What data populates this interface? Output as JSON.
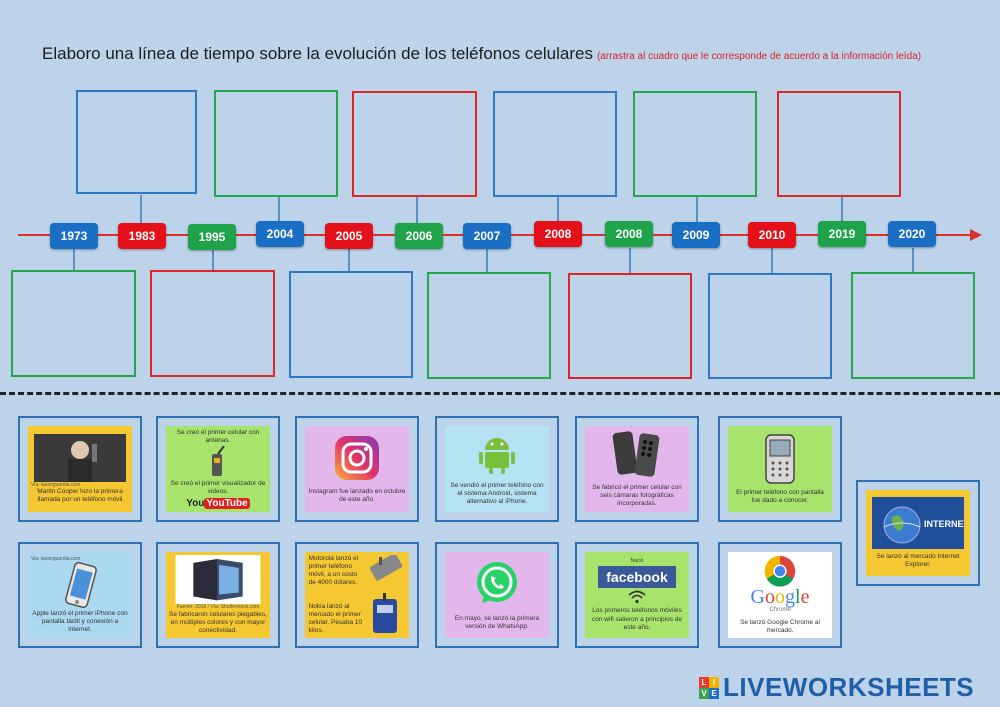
{
  "title": "Elaboro una línea de tiempo sobre la evolución de los teléfonos celulares",
  "instruction": "(arrastra al cuadro que le corresponde de acuerdo a la información leída)",
  "years": [
    {
      "label": "1973",
      "color": "#1a6fc4"
    },
    {
      "label": "1983",
      "color": "#e4111b"
    },
    {
      "label": "1995",
      "color": "#1ea34a"
    },
    {
      "label": "2004",
      "color": "#1a6fc4"
    },
    {
      "label": "2005",
      "color": "#e4111b"
    },
    {
      "label": "2006",
      "color": "#1ea34a"
    },
    {
      "label": "2007",
      "color": "#1a6fc4"
    },
    {
      "label": "2008",
      "color": "#e4111b"
    },
    {
      "label": "2008",
      "color": "#1ea34a"
    },
    {
      "label": "2009",
      "color": "#1a6fc4"
    },
    {
      "label": "2010",
      "color": "#e4111b"
    },
    {
      "label": "2019",
      "color": "#1ea34a"
    },
    {
      "label": "2020",
      "color": "#1a6fc4"
    }
  ],
  "cards": {
    "c1": {
      "credit": "Via: lavanguardia.com",
      "caption": "Martin Cooper hizo la primera llamada por un teléfono móvil"
    },
    "c2": {
      "caption_top": "Se creó el primer celular con antenas.",
      "caption_mid": "Se creó el primer visualizador de videos.",
      "youtube": "YouTube"
    },
    "c3": {
      "caption": "Instagram fue lanzado en octubre de este año."
    },
    "c4": {
      "caption": "Se vendió el primer teléfono con el sistema Android, sistema alternativo al iPhone."
    },
    "c5": {
      "caption": "Se fabricó el primer celular con seis cámaras fotográficas incorporadas."
    },
    "c6": {
      "caption": "El primer teléfono con pantalla fue dado a conocer."
    },
    "c7": {
      "credit": "Via: lavanguardia.com",
      "caption": "Apple lanzó el primer iPhone con pantalla táctil y conexión a internet."
    },
    "c8": {
      "credit": "Fuente: 2019 / Vía: Shutterstock.com",
      "caption": "Se fabricaron celulares plegables, en múltiples colores y con mayor conectividad."
    },
    "c9": {
      "caption_top": "Motorola lanzó el primer teléfono móvil, a un costo de 4000 dólares.",
      "caption_bottom": "Nokia lanzó al mercado el primer celular. Pesaba 10 kilos."
    },
    "c10": {
      "caption": "En mayo, se lanzó la primera versión de WhatsApp."
    },
    "c11": {
      "header": "Nació",
      "brand": "facebook",
      "caption": "Los primeros teléfonos móviles con wifi salieron a principios de este año."
    },
    "c12": {
      "brand": "Google",
      "sub": "Chrome",
      "caption": "Se lanzó Google Chrome al mercado."
    },
    "c13": {
      "brand": "INTERNET",
      "caption": "Se lanzó al mercado Internet Explorer."
    }
  },
  "footer": {
    "brand": "LIVEWORKSHEETS",
    "mark": [
      "L",
      "I",
      "V",
      "E"
    ]
  }
}
